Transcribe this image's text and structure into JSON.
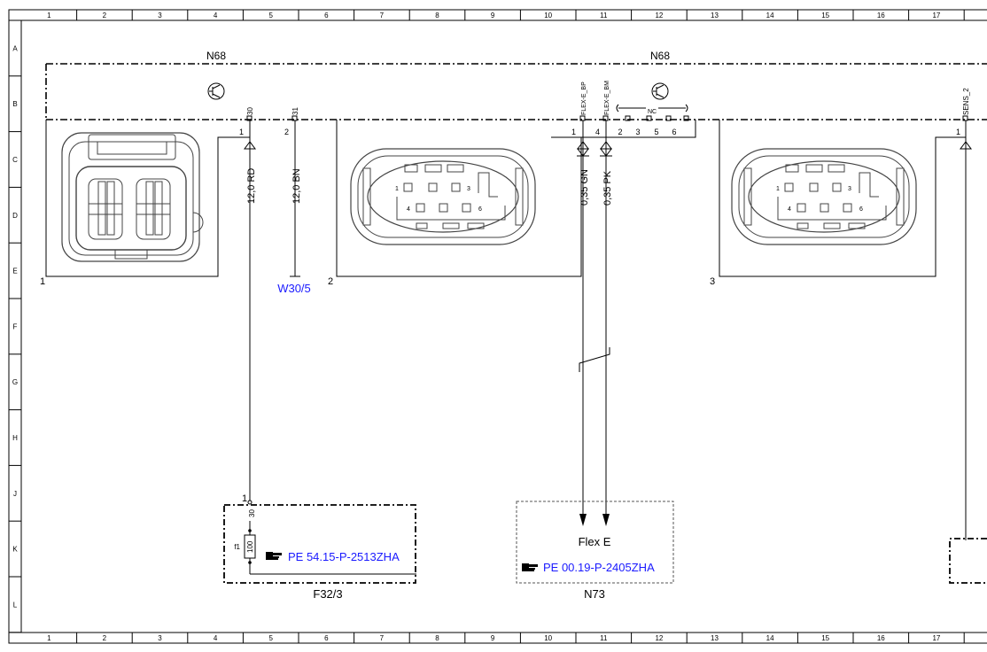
{
  "grid": {
    "columns": [
      "1",
      "2",
      "3",
      "4",
      "5",
      "6",
      "7",
      "8",
      "9",
      "10",
      "11",
      "12",
      "13",
      "14",
      "15",
      "16",
      "17"
    ],
    "rows": [
      "A",
      "B",
      "C",
      "D",
      "E",
      "F",
      "G",
      "H",
      "J",
      "K",
      "L"
    ]
  },
  "module": {
    "name_left": "N68",
    "name_right": "N68"
  },
  "connectors": {
    "c1": "1",
    "c2": "2",
    "c3": "3",
    "c2_pins": [
      "1",
      "3",
      "4",
      "6"
    ],
    "c3_pins": [
      "1",
      "3",
      "4",
      "6"
    ]
  },
  "pins": {
    "p30": "30",
    "p31": "31",
    "p1a": "1",
    "p2a": "2",
    "flex_bp": "FLEX-E_BP",
    "flex_bm": "FLEX-E_BM",
    "nc": "NC",
    "p1b": "1",
    "p4b": "4",
    "p2b": "2",
    "p3b": "3",
    "p5b": "5",
    "p6b": "6",
    "sens2": "SENS_2",
    "p1c": "1"
  },
  "wires": {
    "w1": "12,0 RD",
    "w2": "12,0 BN",
    "w3": "0,35 GN",
    "w4": "0,35 PK"
  },
  "ground": "W30/5",
  "fuse_box": {
    "pin_num": "1",
    "pin_label": "30",
    "fuse_id": "f1",
    "fuse_value": "100",
    "ref": "PE 54.15-P-2513ZHA",
    "name": "F32/3"
  },
  "flex_box": {
    "title": "Flex E",
    "ref": "PE 00.19-P-2405ZHA",
    "name": "N73"
  }
}
